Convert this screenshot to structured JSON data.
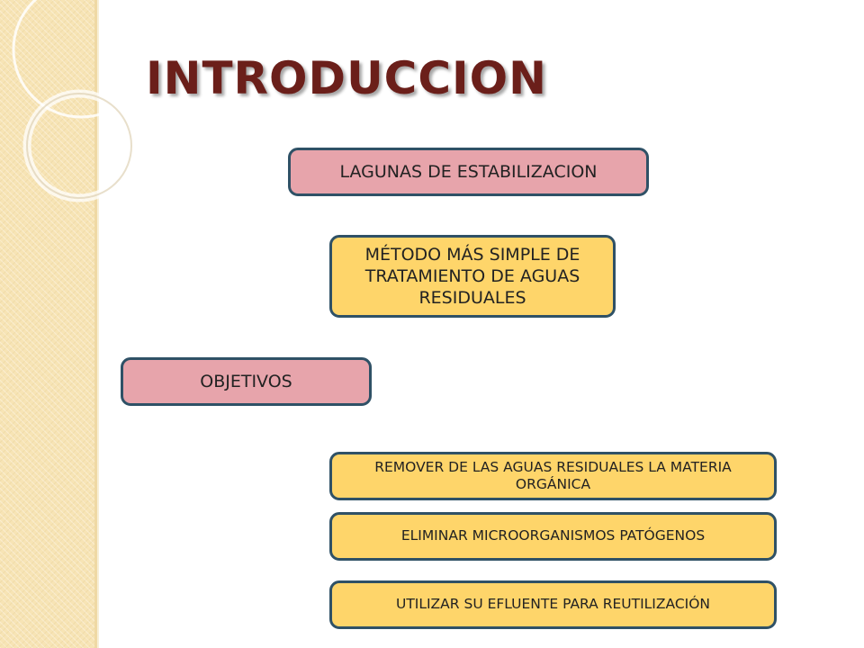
{
  "slide": {
    "title": "INTRODUCCION",
    "boxes": {
      "lagunas": "LAGUNAS DE ESTABILIZACION",
      "metodo": "MÉTODO MÁS SIMPLE DE TRATAMIENTO DE AGUAS RESIDUALES",
      "objetivos": "OBJETIVOS",
      "remover": "REMOVER DE LAS AGUAS RESIDUALES LA MATERIA ORGÁNICA",
      "eliminar": "ELIMINAR MICROORGANISMOS  PATÓGENOS",
      "utilizar": "UTILIZAR SU EFLUENTE PARA REUTILIZACIÓN"
    }
  },
  "colors": {
    "title": "#6b1f1a",
    "box_pink": "#e7a4ab",
    "box_yellow": "#fed56a",
    "box_border": "#2f5166",
    "side_strip": "#f7e4b5"
  }
}
